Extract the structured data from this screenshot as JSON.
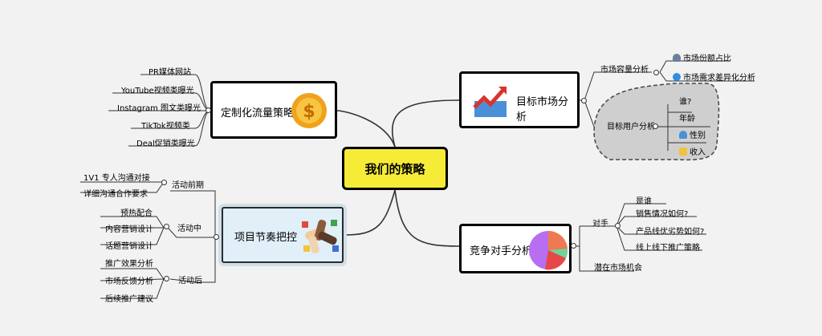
{
  "central": {
    "label": "我们的策略"
  },
  "branches": {
    "market": {
      "label": "目标市场分析",
      "capacity": {
        "label": "市场容量分析",
        "items": [
          "市场份额占比",
          "市场需求差异化分析"
        ]
      },
      "users": {
        "label": "目标用户分析",
        "items": [
          "谁?",
          "年龄",
          "性别",
          "收入"
        ]
      }
    },
    "traffic": {
      "label": "定制化流量策略",
      "items": [
        "PR媒体网站",
        "YouTube视频类曝光",
        "Instagram 图文类曝光",
        "TikTok视频类",
        "Deal促销类曝光"
      ]
    },
    "rhythm": {
      "label": "项目节奏把控",
      "phases": [
        {
          "label": "活动前期",
          "items": [
            "1V1 专人沟通对接",
            "详细沟通合作要求"
          ]
        },
        {
          "label": "活动中",
          "items": [
            "预热配合",
            "内容营销设计",
            "话题营销设计"
          ]
        },
        {
          "label": "活动后",
          "items": [
            "推广效果分析",
            "市场反馈分析",
            "后续推广建议"
          ]
        }
      ]
    },
    "competitor": {
      "label": "竞争对手分析",
      "rival": {
        "label": "对手",
        "items": [
          "是谁",
          "销售情况如何?",
          "产品线优劣势如何?",
          "线上线下推广策略"
        ]
      },
      "potential": {
        "label": "潜在市场机会"
      }
    }
  },
  "colors": {
    "central_fill": "#f6ec37",
    "rhythm_fill": "#e1eff8",
    "user_blob": "#cfcfcf",
    "line": "#333333"
  },
  "icons": [
    "dollar-coin-icon",
    "rising-chart-icon",
    "hands-teamwork-icon",
    "pie-chart-icon",
    "person-icon",
    "help-icon",
    "money-icon"
  ]
}
